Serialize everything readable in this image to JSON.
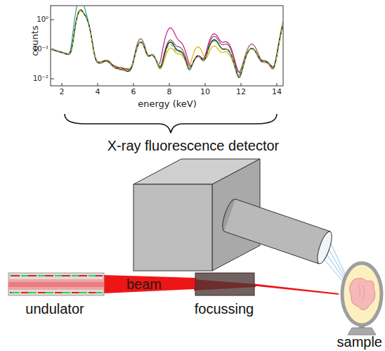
{
  "diagram": {
    "nodes": [
      {
        "text": [
          "X-ray fluorescence detector"
        ]
      },
      {
        "text": [
          "undulator"
        ]
      },
      {
        "text": [
          "focussing"
        ]
      },
      {
        "text": [
          "sample"
        ]
      }
    ],
    "edges": [
      {
        "from": 1,
        "to": 2,
        "arrow": "none",
        "label": "beam"
      },
      {
        "from": 2,
        "to": 3,
        "arrow": "none"
      }
    ],
    "labels": [
      "counts",
      "energy (keV)",
      "2",
      "4",
      "6",
      "8",
      "10",
      "12",
      "14",
      "10⁰",
      "10⁻¹",
      "10⁻²"
    ]
  }
}
